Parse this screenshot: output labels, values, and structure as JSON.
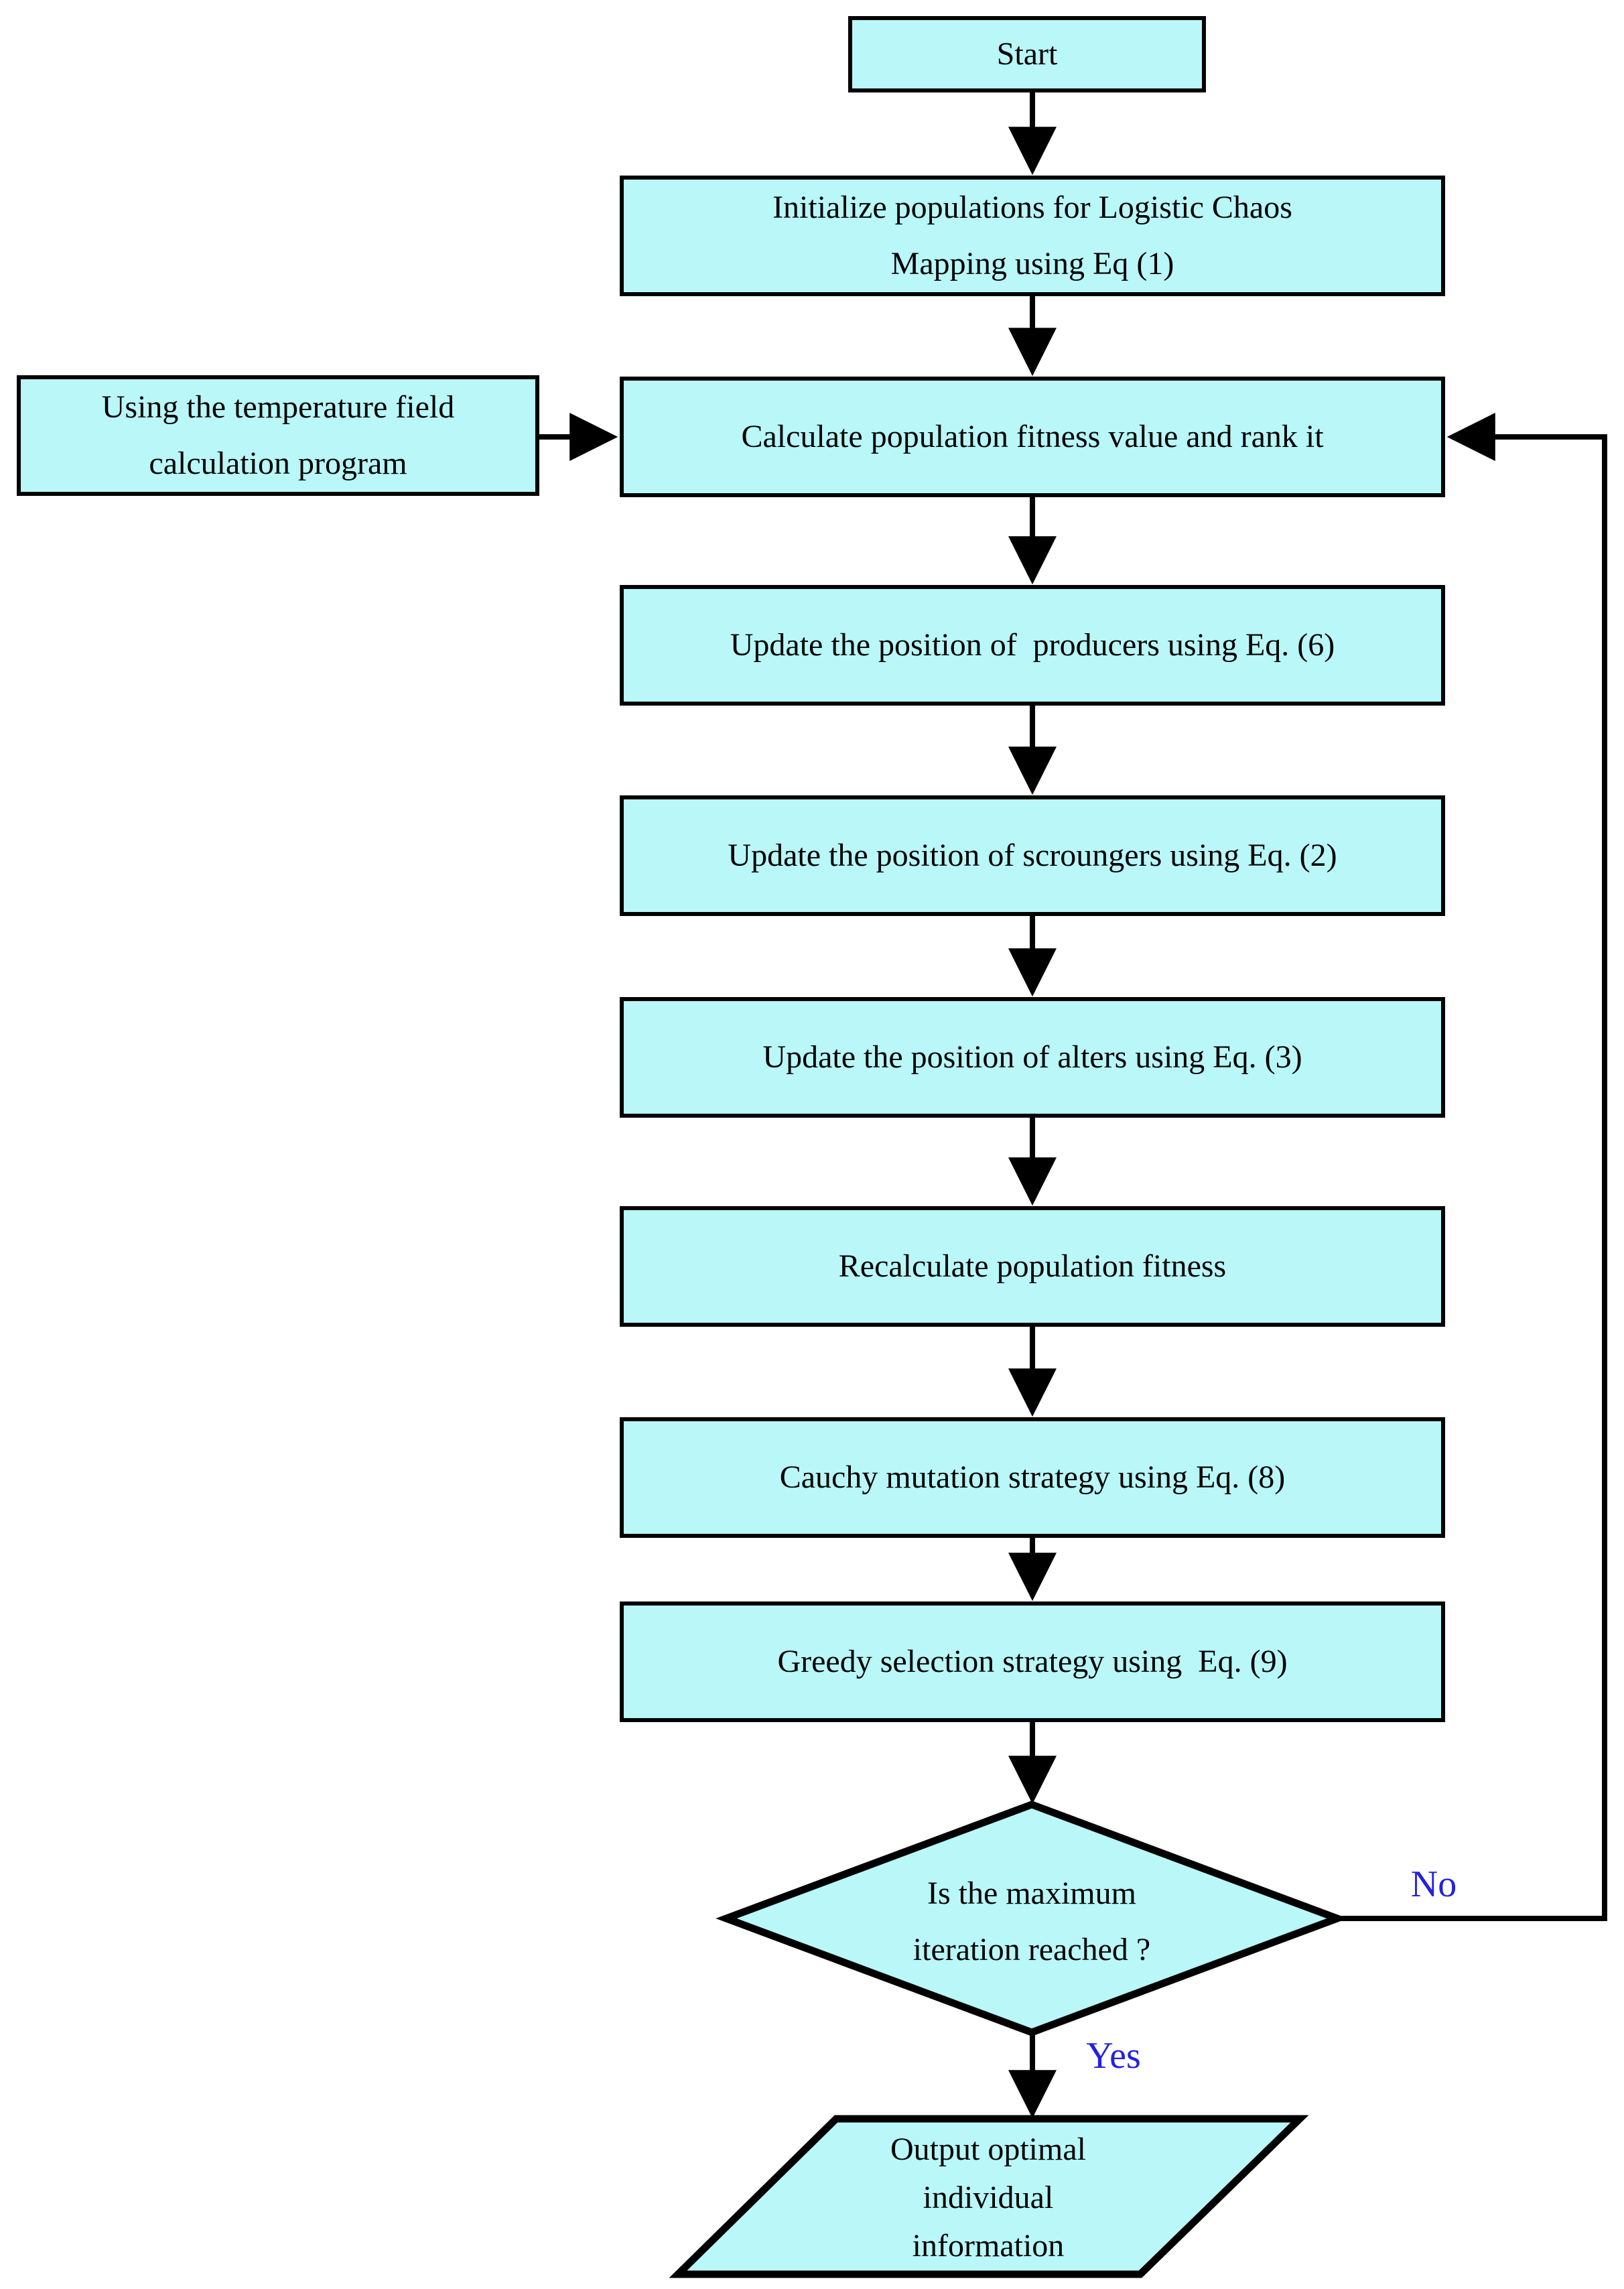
{
  "flowchart": {
    "title": "ISSA optimization flowchart",
    "colors": {
      "node_fill": "#b9f7f9",
      "node_border": "#000000",
      "text": "#000000",
      "branch_label": "#2222dd"
    },
    "nodes": {
      "start": {
        "label": "Start",
        "shape": "rectangle"
      },
      "init": {
        "label": "Initialize populations for Logistic Chaos\nMapping using Eq (1)",
        "shape": "rectangle"
      },
      "temp": {
        "label": "Using the temperature field\ncalculation program",
        "shape": "rectangle"
      },
      "calc": {
        "label": "Calculate population fitness value and rank it",
        "shape": "rectangle"
      },
      "producers": {
        "label": "Update the position of  producers using Eq. (6)",
        "shape": "rectangle"
      },
      "scroungers": {
        "label": "Update the position of scroungers using Eq. (2)",
        "shape": "rectangle"
      },
      "alters": {
        "label": "Update the position of alters using Eq. (3)",
        "shape": "rectangle"
      },
      "recalc": {
        "label": "Recalculate population fitness",
        "shape": "rectangle"
      },
      "cauchy": {
        "label": "Cauchy mutation strategy using Eq. (8)",
        "shape": "rectangle"
      },
      "greedy": {
        "label": "Greedy selection strategy using  Eq. (9)",
        "shape": "rectangle"
      },
      "decision": {
        "label": "Is the maximum\niteration reached ?",
        "shape": "diamond"
      },
      "output": {
        "label": "Output optimal\nindividual\ninformation",
        "shape": "parallelogram"
      }
    },
    "branch_labels": {
      "no": "No",
      "yes": "Yes"
    },
    "edges": [
      {
        "from": "start",
        "to": "init"
      },
      {
        "from": "init",
        "to": "calc"
      },
      {
        "from": "temp",
        "to": "calc"
      },
      {
        "from": "calc",
        "to": "producers"
      },
      {
        "from": "producers",
        "to": "scroungers"
      },
      {
        "from": "scroungers",
        "to": "alters"
      },
      {
        "from": "alters",
        "to": "recalc"
      },
      {
        "from": "recalc",
        "to": "cauchy"
      },
      {
        "from": "cauchy",
        "to": "greedy"
      },
      {
        "from": "greedy",
        "to": "decision"
      },
      {
        "from": "decision",
        "to": "output",
        "label": "Yes"
      },
      {
        "from": "decision",
        "to": "calc",
        "label": "No"
      }
    ]
  }
}
